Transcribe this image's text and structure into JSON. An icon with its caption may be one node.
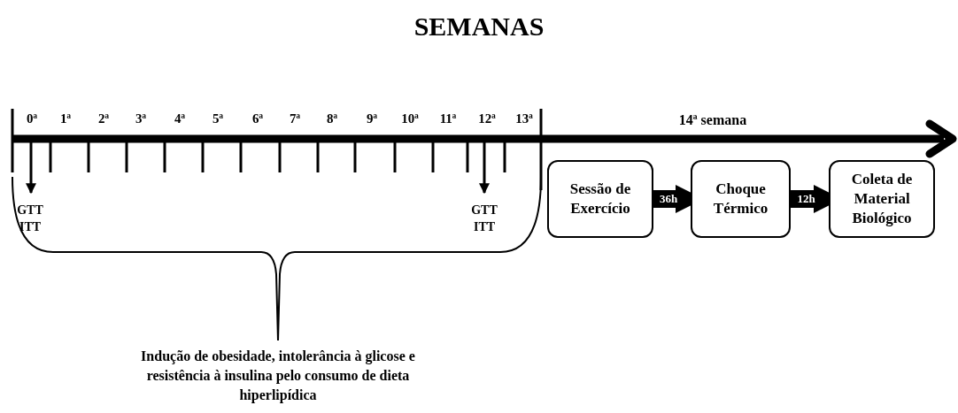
{
  "diagram": {
    "title": "SEMANAS",
    "nodes": [
      {
        "text": [
          "Sessão de Exercício"
        ]
      },
      {
        "text": [
          "Choque Térmico"
        ]
      },
      {
        "text": [
          "Coleta de Material Biológico"
        ]
      },
      {
        "text": [
          "GTT ITT"
        ]
      },
      {
        "text": [
          "GTT ITT"
        ]
      }
    ],
    "edges": [
      {
        "from": 0,
        "to": 1,
        "arrow": "to",
        "label": "36h",
        "style": "thick"
      },
      {
        "from": 1,
        "to": 2,
        "arrow": "to",
        "label": "12h",
        "style": "thick"
      },
      {
        "from": null,
        "to": 3,
        "arrow": "to"
      },
      {
        "from": null,
        "to": 4,
        "arrow": "to"
      }
    ],
    "labels": [
      "0ª",
      "1ª",
      "2ª",
      "3ª",
      "4ª",
      "5ª",
      "6ª",
      "7ª",
      "8ª",
      "9ª",
      "10ª",
      "11ª",
      "12ª",
      "13ª",
      "14ª semana",
      "Indução de obesidade, intolerância à glicose e resistência à insulina pelo consumo de dieta hiperlipídica"
    ]
  }
}
